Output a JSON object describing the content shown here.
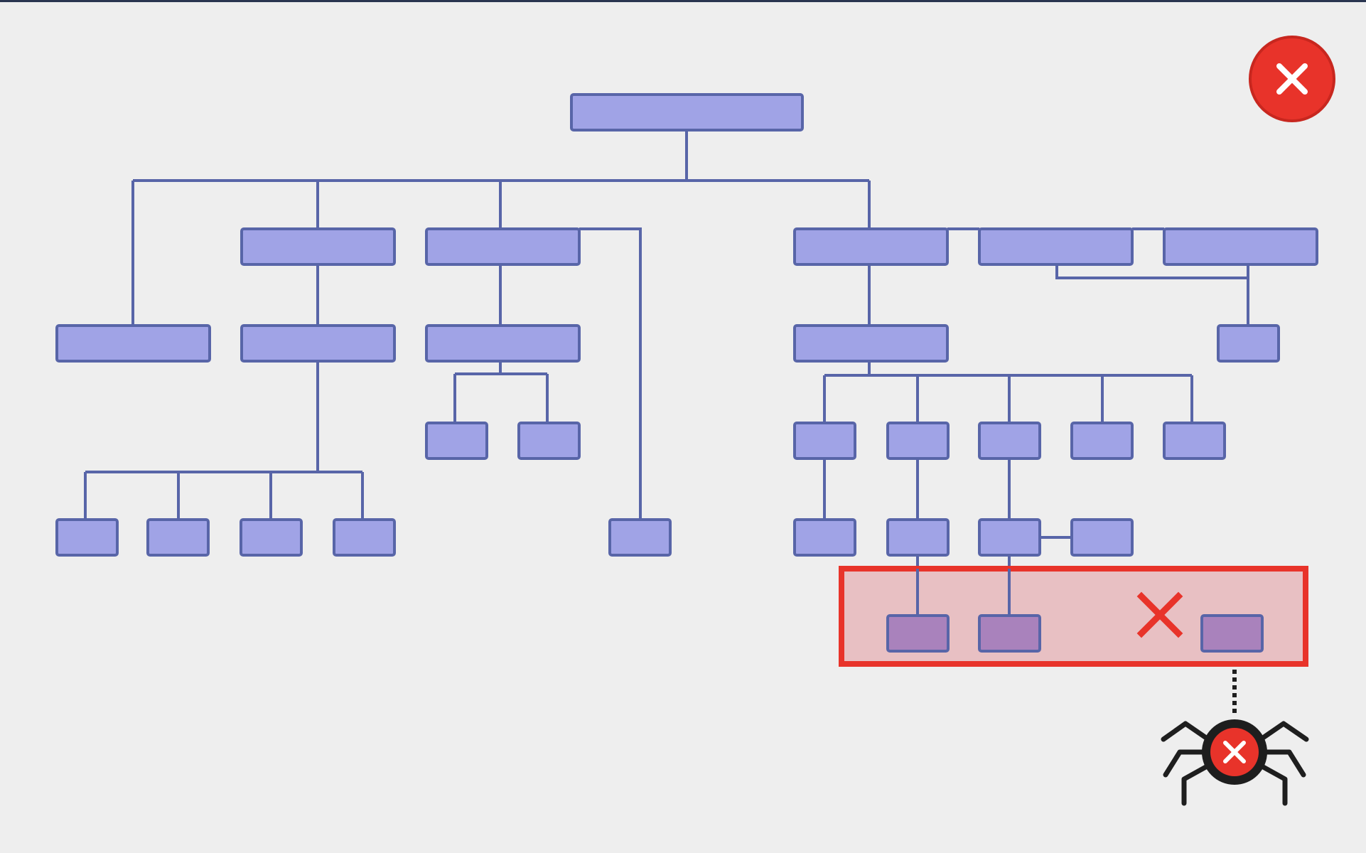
{
  "window": {
    "close_icon": "close-icon"
  },
  "diagram": {
    "type": "tree-hierarchy",
    "colors": {
      "node_fill": "#a0a3e6",
      "node_stroke": "#5865a8",
      "link": "#5865a8",
      "highlight_fill": "#e8c0c3",
      "highlight_stroke": "#e8332a",
      "faulty_node_fill": "#a982bc",
      "error_red": "#e8332a",
      "bug_body": "#1e1e1e"
    },
    "highlight_region": {
      "meaning": "faulty-nodes",
      "node_count": 3
    },
    "error_marker_icon": "x-mark-icon",
    "bug_icon": "spider-bug-icon"
  }
}
